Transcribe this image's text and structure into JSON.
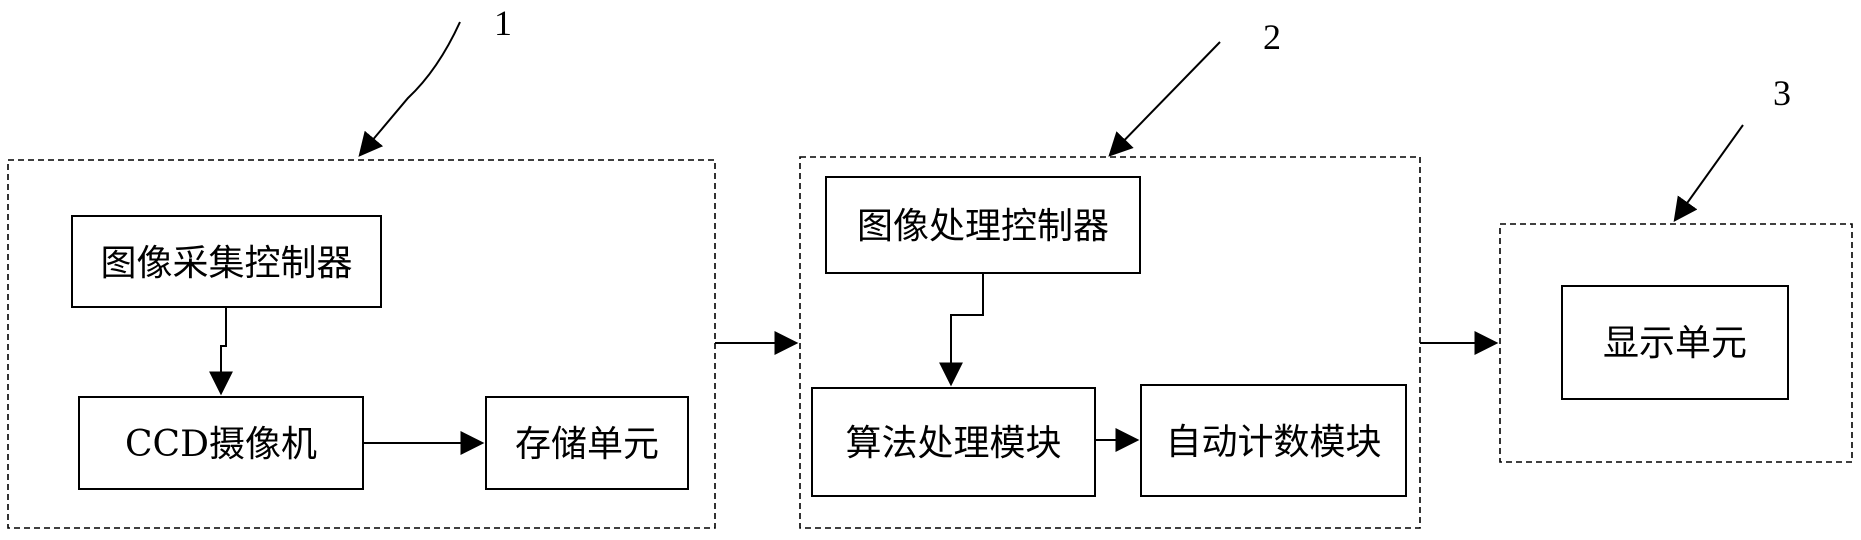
{
  "groups": [
    {
      "number": "1"
    },
    {
      "number": "2"
    },
    {
      "number": "3"
    }
  ],
  "blocks": {
    "capture_controller": "图像采集控制器",
    "ccd_camera": "CCD摄像机",
    "storage_unit": "存储单元",
    "processing_controller": "图像处理控制器",
    "algorithm_module": "算法处理模块",
    "counting_module": "自动计数模块",
    "display_unit": "显示单元"
  },
  "colors": {
    "stroke": "#000000",
    "background": "#ffffff"
  }
}
